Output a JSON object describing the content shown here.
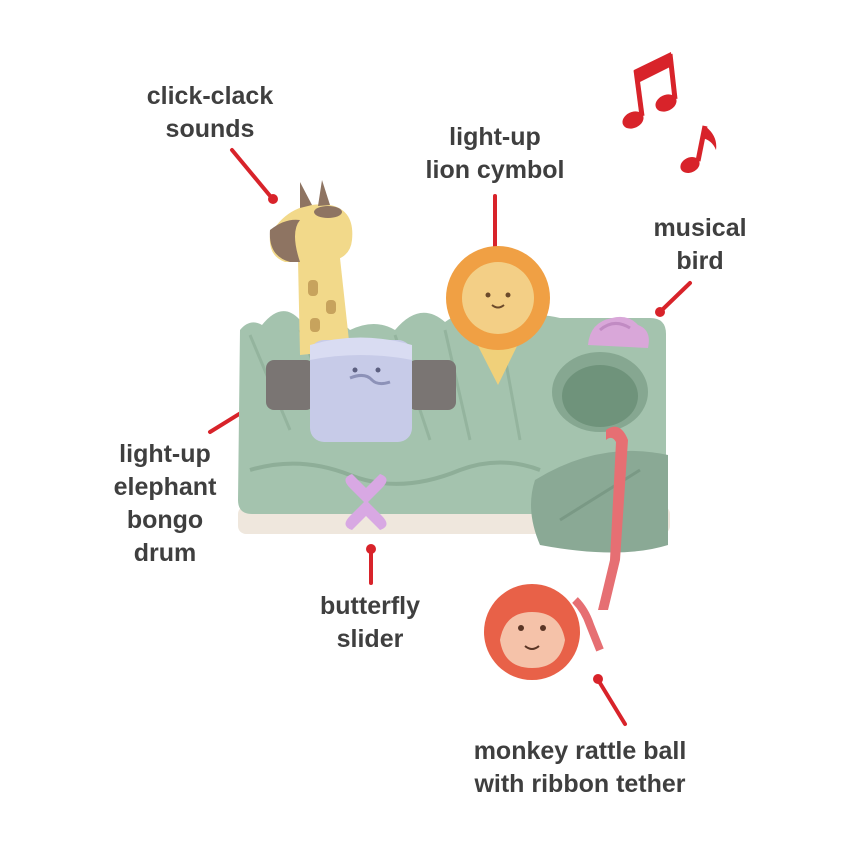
{
  "colors": {
    "accent_red": "#d8232a",
    "label_text": "#3f3f3f",
    "base_green": "#9fbfa9",
    "base_cream": "#efe7dd"
  },
  "callouts": {
    "click_clack": {
      "line1": "click-clack",
      "line2": "sounds"
    },
    "lion_cymbol": {
      "line1": "light-up",
      "line2": "lion cymbol"
    },
    "musical_bird": {
      "line1": "musical",
      "line2": "bird"
    },
    "elephant_drum": {
      "line1": "light-up",
      "line2": "elephant",
      "line3": "bongo",
      "line4": "drum"
    },
    "butterfly_slider": {
      "line1": "butterfly",
      "line2": "slider"
    },
    "monkey_ball": {
      "line1": "monkey rattle ball",
      "line2": "with ribbon tether"
    }
  },
  "icons": [
    "music-notes-icon",
    "pointer-dot-icon"
  ]
}
